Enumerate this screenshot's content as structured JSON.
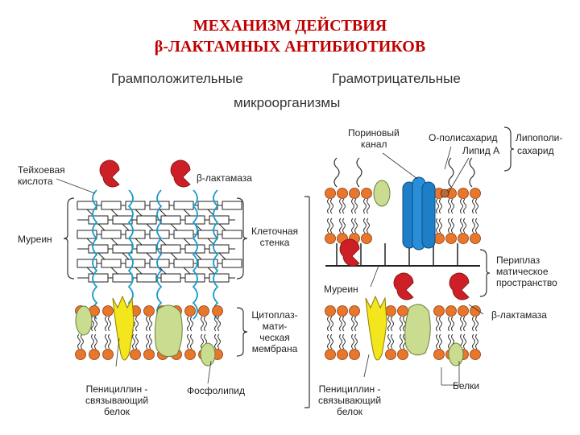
{
  "title": {
    "line1": "МЕХАНИЗМ ДЕЙСТВИЯ",
    "line2": "β-ЛАКТАМНЫХ АНТИБИОТИКОВ"
  },
  "header": {
    "gram_pos": "Грамположительные",
    "gram_neg": "Грамотрицательные",
    "micro": "микроорганизмы"
  },
  "labels": {
    "teichoic_1": "Тейхоевая",
    "teichoic_2": "кислота",
    "beta_lactamase_left": "β-лактамаза",
    "murein_left": "Муреин",
    "cell_wall_1": "Клеточная",
    "cell_wall_2": "стенка",
    "cyto_1": "Цитоплаз-",
    "cyto_2": "мати-",
    "cyto_3": "ческая",
    "cyto_4": "мембрана",
    "pbp_left_1": "Пенициллин -",
    "pbp_left_2": "связывающий",
    "pbp_left_3": "белок",
    "phospholipid": "Фосфолипид",
    "porin_1": "Пориновый",
    "porin_2": "канал",
    "o_poly": "О-полисахарид",
    "lipid_a": "Липид А",
    "lps_1": "Липополи-",
    "lps_2": "сахарид",
    "murein_right": "Муреин",
    "peri_1": "Периплаз",
    "peri_2": "матическое",
    "peri_3": "пространство",
    "beta_lactamase_right": "β-лактамаза",
    "pbp_right_1": "Пенициллин -",
    "pbp_right_2": "связывающий",
    "pbp_right_3": "белок",
    "proteins": "Белки"
  },
  "colors": {
    "title": "#c00000",
    "lipid_head": "#e8762b",
    "yellow_protein": "#f4e61c",
    "green_protein": "#c9dc8f",
    "porin_blue": "#1e7ec8",
    "teichoic_line": "#1a9cc8",
    "beta_lactamase": "#cc1f26"
  }
}
